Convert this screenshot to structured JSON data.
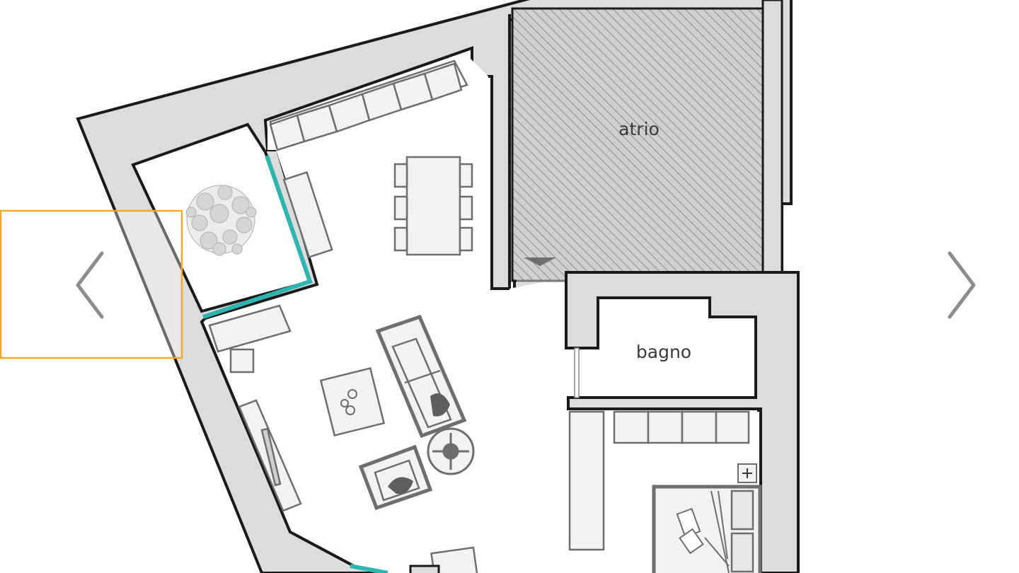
{
  "viewer": {
    "prev_icon": "chevron-left-icon",
    "next_icon": "chevron-right-icon",
    "highlight_color": "#f0a92a"
  },
  "floorplan": {
    "rooms": [
      {
        "id": "atrio",
        "label": "atrio"
      },
      {
        "id": "bagno",
        "label": "bagno"
      }
    ],
    "colors": {
      "wall_fill": "#dcdcdc",
      "wall_stroke": "#1a1a1a",
      "window": "#2fb5b0",
      "furniture": "#6e6e6e",
      "hatch": "#9a9a9a"
    }
  }
}
